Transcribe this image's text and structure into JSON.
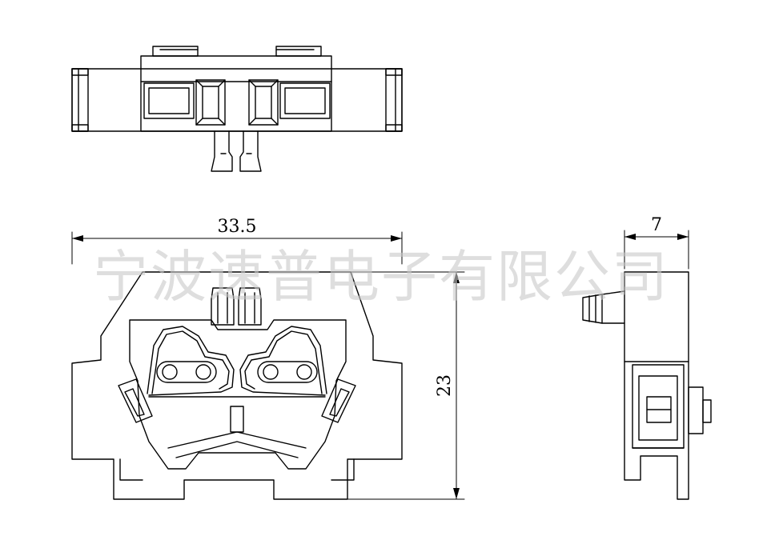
{
  "dimensions": {
    "width_label": "33.5",
    "height_label": "23",
    "depth_label": "7"
  },
  "watermark": {
    "text": "宁波速普电子有限公司"
  },
  "colors": {
    "line": "#000000",
    "watermark": "#c9c9c9",
    "background": "#ffffff"
  }
}
